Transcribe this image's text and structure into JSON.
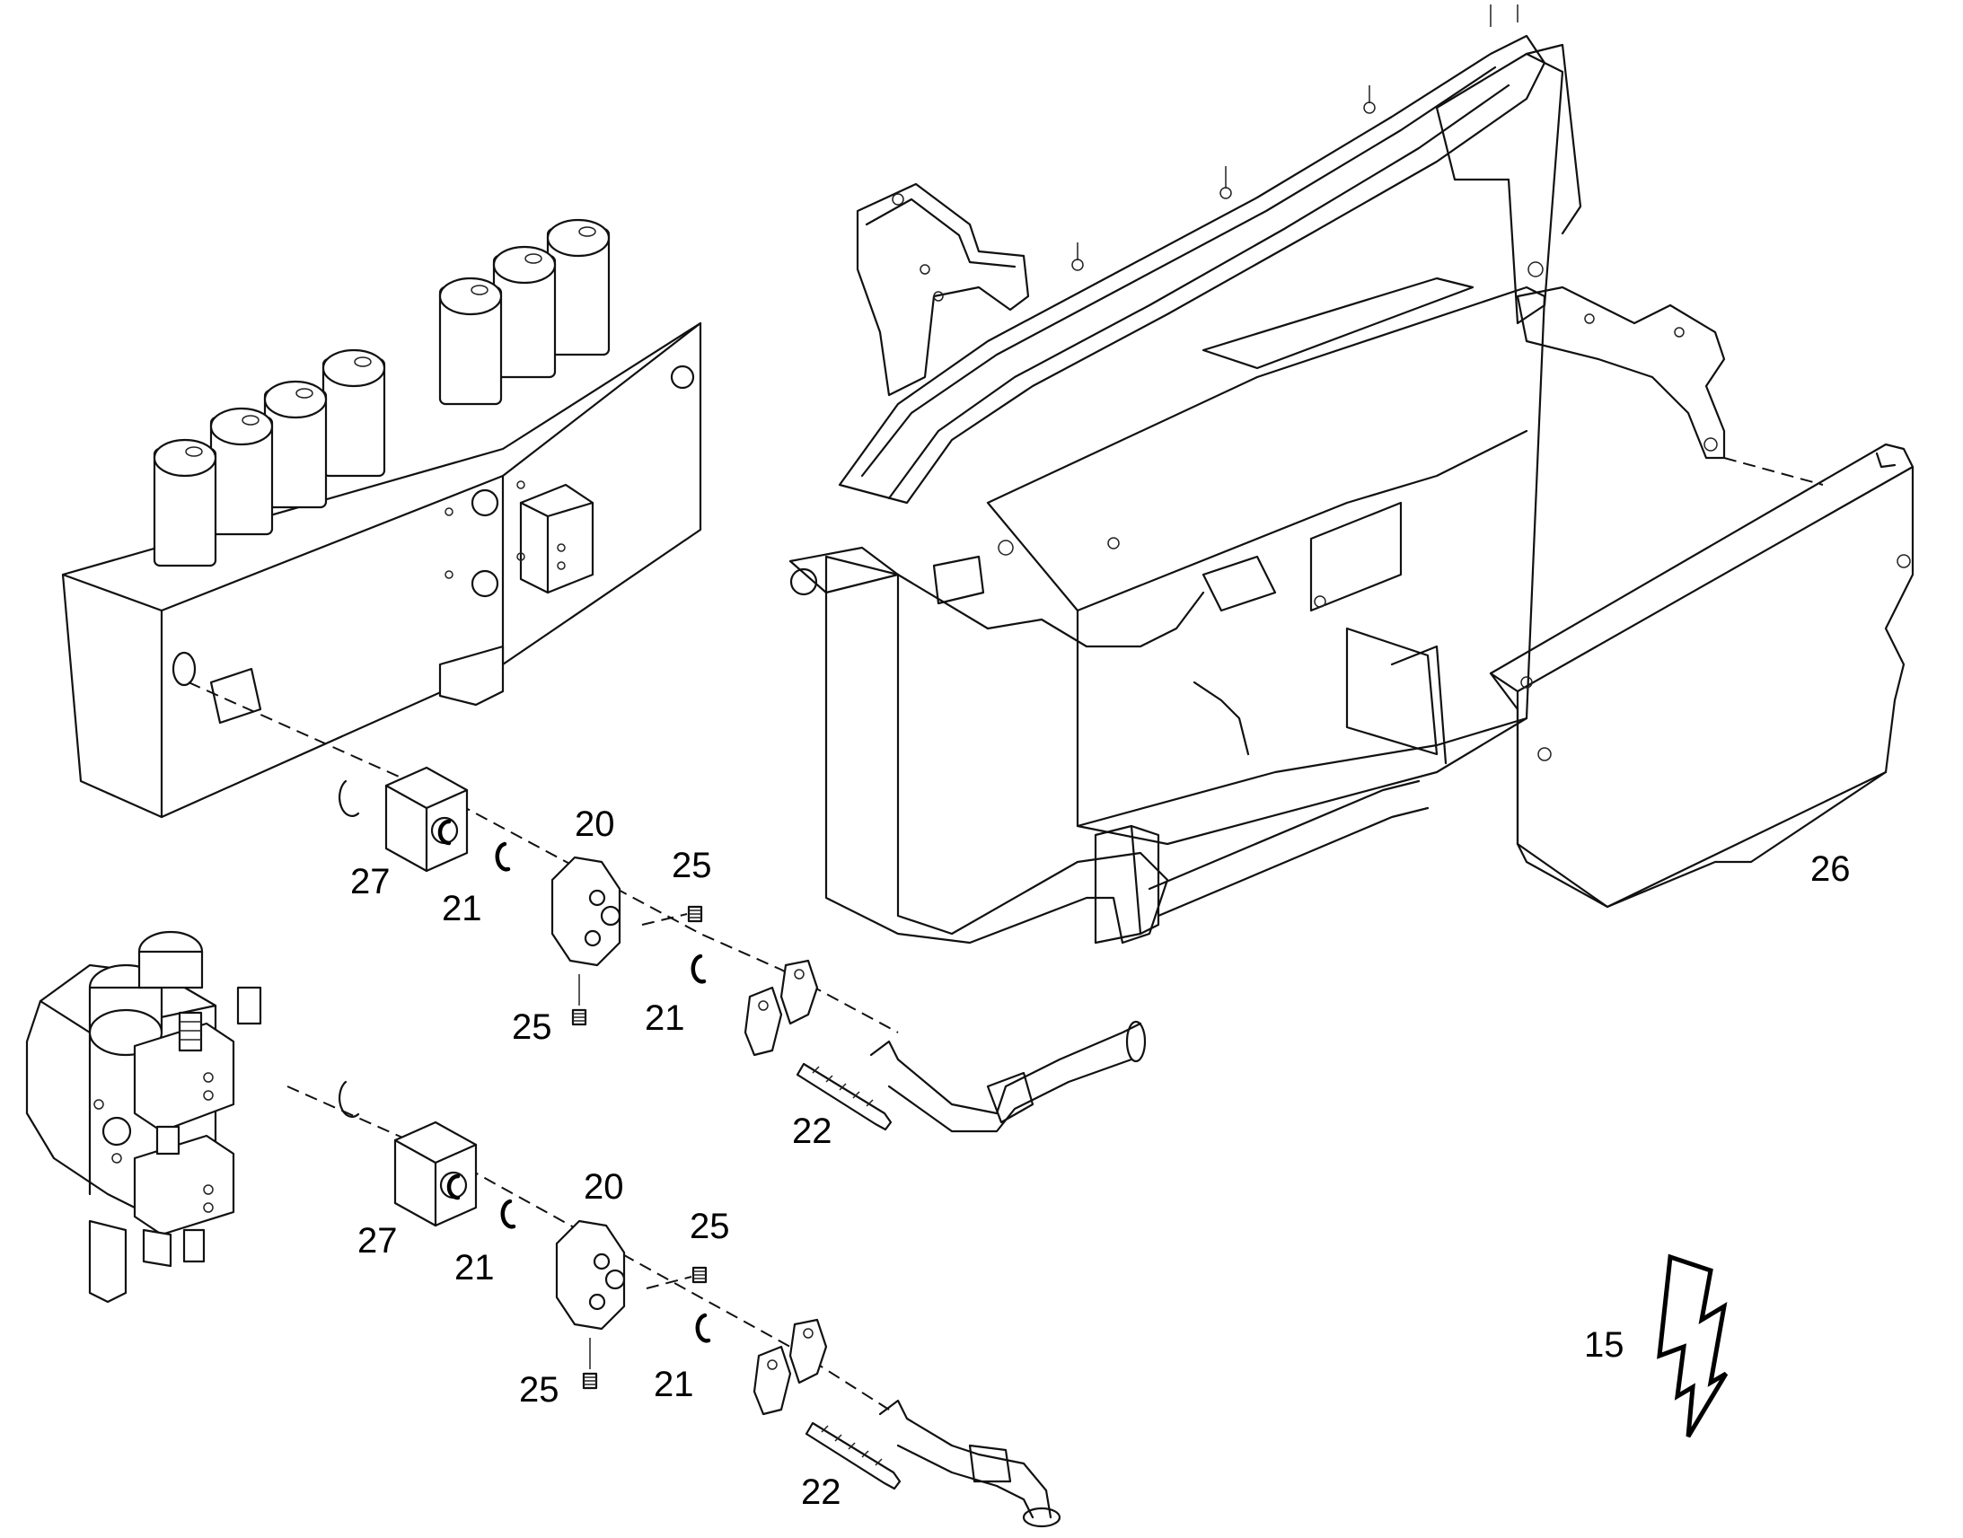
{
  "diagram": {
    "callouts": {
      "part_20_upper": "20",
      "part_21_upper_a": "21",
      "part_21_upper_b": "21",
      "part_22_upper": "22",
      "part_25_upper_a": "25",
      "part_25_upper_b": "25",
      "part_26": "26",
      "part_27_upper": "27",
      "part_20_lower": "20",
      "part_21_lower_a": "21",
      "part_21_lower_b": "21",
      "part_22_lower": "22",
      "part_25_lower_a": "25",
      "part_25_lower_b": "25",
      "part_27_lower": "27",
      "part_15": "15"
    },
    "icons": [
      "valve-block-illustration",
      "frame-illustration",
      "cover-plate-illustration",
      "flange-illustration",
      "hose-illustration",
      "lightning-bolt-icon"
    ]
  }
}
